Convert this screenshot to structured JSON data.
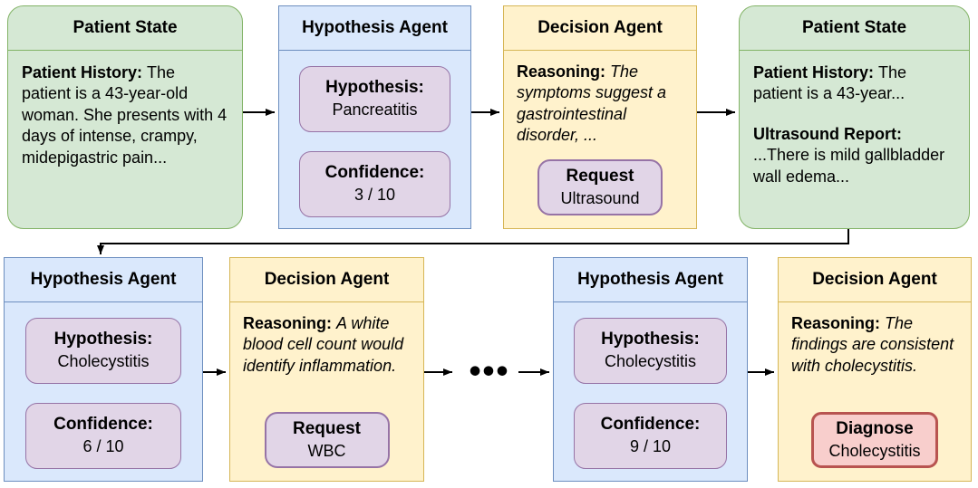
{
  "boxes": {
    "patient_state_1": {
      "title": "Patient State",
      "sections": [
        {
          "label": "Patient History:",
          "text": "The patient is a 43-year-old woman. She presents with 4 days of intense, crampy, midepigastric pain..."
        }
      ]
    },
    "hypothesis_agent_1": {
      "title": "Hypothesis Agent",
      "hypothesis_label": "Hypothesis:",
      "hypothesis_value": "Pancreatitis",
      "confidence_label": "Confidence:",
      "confidence_value": "3 / 10"
    },
    "decision_agent_1": {
      "title": "Decision Agent",
      "reasoning_label": "Reasoning:",
      "reasoning_text": "The symptoms suggest a gastrointestinal disorder, ...",
      "action_label": "Request",
      "action_value": "Ultrasound"
    },
    "patient_state_2": {
      "title": "Patient State",
      "sections": [
        {
          "label": "Patient History:",
          "text": "The patient is a 43-year..."
        },
        {
          "label": "Ultrasound Report:",
          "text": "...There is mild gallbladder wall edema..."
        }
      ]
    },
    "hypothesis_agent_2": {
      "title": "Hypothesis Agent",
      "hypothesis_label": "Hypothesis:",
      "hypothesis_value": "Cholecystitis",
      "confidence_label": "Confidence:",
      "confidence_value": "6 / 10"
    },
    "decision_agent_2": {
      "title": "Decision Agent",
      "reasoning_label": "Reasoning:",
      "reasoning_text": "A white blood cell count would identify inflammation.",
      "action_label": "Request",
      "action_value": "WBC"
    },
    "hypothesis_agent_3": {
      "title": "Hypothesis Agent",
      "hypothesis_label": "Hypothesis:",
      "hypothesis_value": "Cholecystitis",
      "confidence_label": "Confidence:",
      "confidence_value": "9 / 10"
    },
    "decision_agent_3": {
      "title": "Decision Agent",
      "reasoning_label": "Reasoning:",
      "reasoning_text": "The findings are consistent with cholecystitis.",
      "action_label": "Diagnose",
      "action_value": "Cholecystitis"
    }
  },
  "ellipsis": "•••",
  "colors": {
    "patient_state_fill": "#d5e8d4",
    "patient_state_stroke": "#82b366",
    "hypothesis_fill": "#dae8fc",
    "hypothesis_stroke": "#6c8ebf",
    "decision_fill": "#fff2cc",
    "decision_stroke": "#d6b656",
    "pill_fill": "#e1d5e7",
    "pill_stroke": "#9673a6",
    "diagnose_fill": "#f8cecc",
    "diagnose_stroke": "#b85450",
    "arrow": "#000000"
  }
}
